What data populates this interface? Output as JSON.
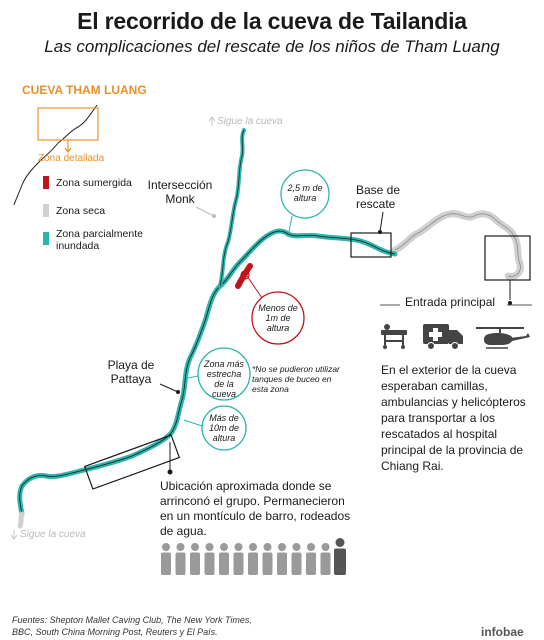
{
  "title": "El recorrido de la cueva de Tailandia",
  "subtitle": "Las complicaciones del rescate de los niños de Tham Luang",
  "overview": {
    "heading": "CUEVA THAM LUANG",
    "detail_label": "Zona detallada"
  },
  "legend": [
    {
      "label": "Zona sumergida",
      "color": "#c0141b"
    },
    {
      "label": "Zona seca",
      "color": "#d0d0d0"
    },
    {
      "label": "Zona parcialmente inundada",
      "color": "#2bb5ab"
    }
  ],
  "map": {
    "continue_label": "Sigue la cueva",
    "intersection": "Intersección Monk",
    "base": "Base de rescate",
    "pattaya": "Playa de Pattaya",
    "main_entrance": "Entrada principal"
  },
  "callouts": {
    "height_25": "2,5 m de altura",
    "under_1m": "Menos de 1m de altura",
    "narrowest": "Zona más estrecha de la cueva",
    "over_10m": "Más de 10m de altura",
    "no_tanks": "*No se pudieron utilizar tanques de buceo en esta zona"
  },
  "rescue_text": "En el exterior de la cueva esperaban camillas, ambulancias y helicópteros para transportar a los rescatados al hospital principal de la provincia de Chiang Rai.",
  "location_text": "Ubicación aproximada donde se arrinconó el grupo. Permanecieron en un montículo de barro, rodeados de agua.",
  "group": {
    "boys": 12,
    "adults": 1
  },
  "sources": "Fuentes: Shepton Mallet Caving Club, The New York Times, BBC, South China Morning Post, Reuters y El País.",
  "brand": "infobae",
  "colors": {
    "accent_orange": "#e8912a",
    "submerged": "#c0141b",
    "dry": "#d0d0d0",
    "flooded": "#2bb5ab"
  },
  "icons": [
    "stretcher-icon",
    "ambulance-icon",
    "helicopter-icon"
  ]
}
